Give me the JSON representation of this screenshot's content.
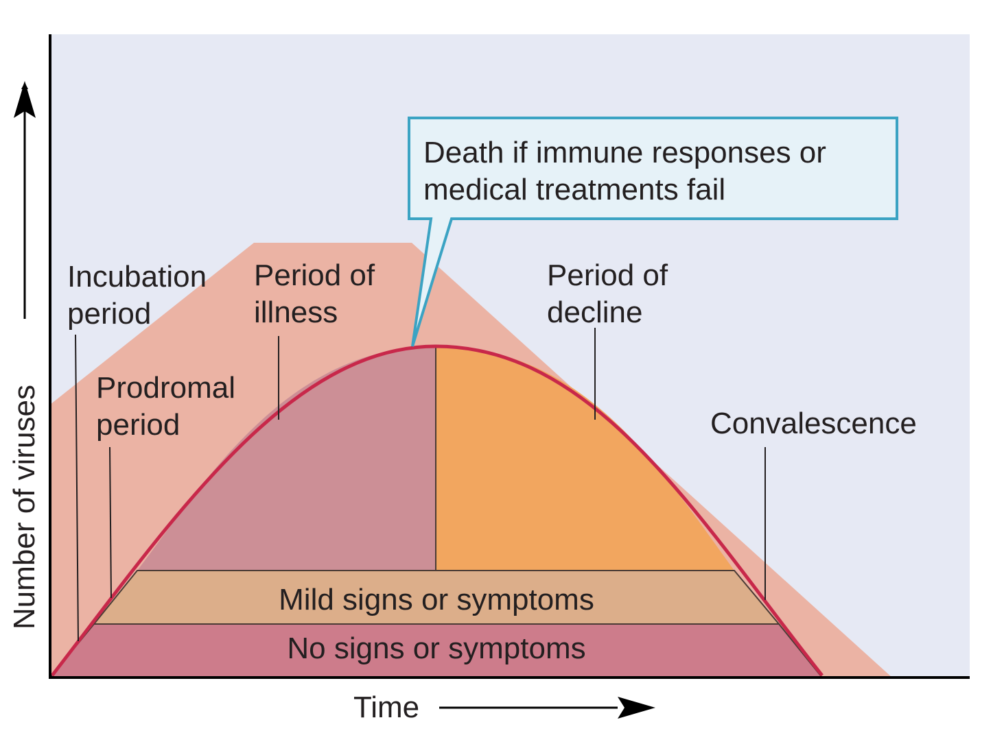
{
  "diagram": {
    "axes": {
      "y_label": "Number of viruses",
      "x_label": "Time"
    },
    "stages": {
      "incubation": [
        "Incubation",
        "period"
      ],
      "prodromal": [
        "Prodromal",
        "period"
      ],
      "illness": [
        "Period of",
        "illness"
      ],
      "decline": [
        "Period of",
        "decline"
      ],
      "convalescence": [
        "Convalescence"
      ]
    },
    "bands": {
      "mild": "Mild signs or symptoms",
      "none": "No signs or symptoms"
    },
    "callout": [
      "Death if immune responses or",
      "medical treatments fail"
    ],
    "colors": {
      "background": "#e6e9f4",
      "envelope": "#ebb3a4",
      "illness_fill": "#cc8f96",
      "decline_fill": "#f2a65f",
      "mild_band": "#dcae8a",
      "none_band": "#cd7c8b",
      "curve": "#c8284a",
      "callout_border": "#3ba3c3",
      "callout_fill": "#e6f2f8",
      "axis": "#000000"
    }
  }
}
